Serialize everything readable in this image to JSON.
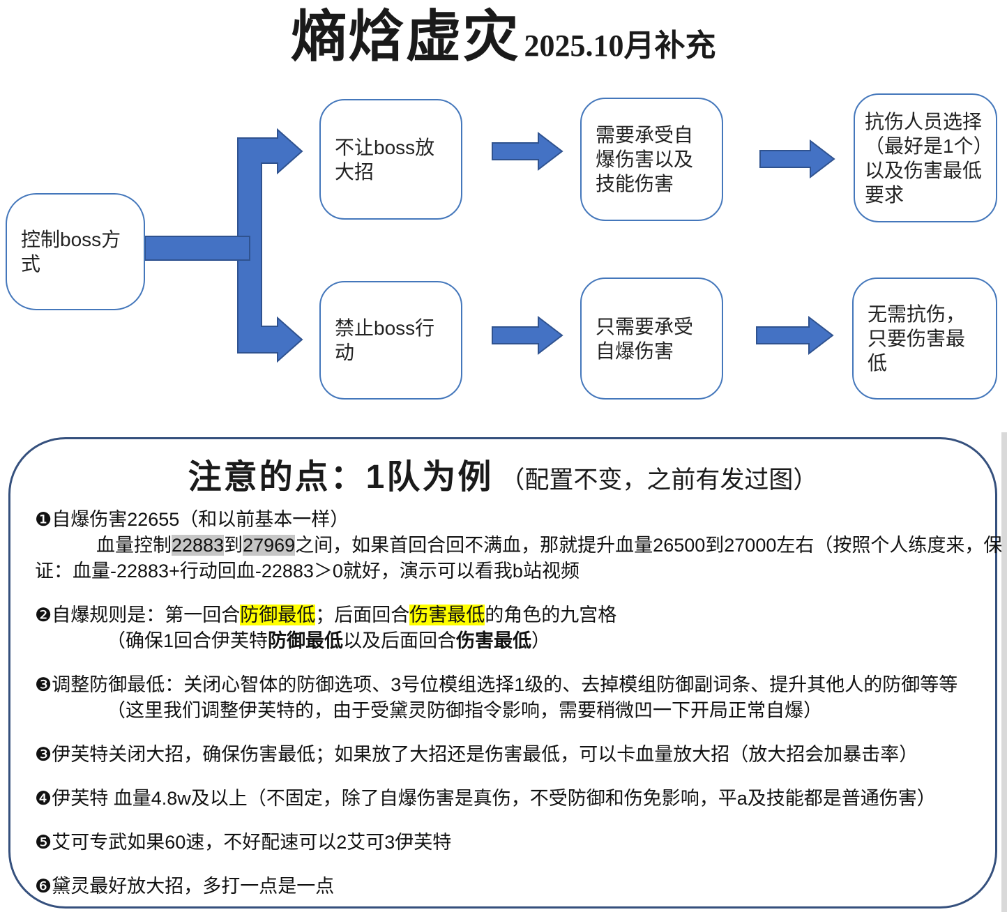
{
  "title": {
    "main": "熵焓虚灾",
    "suffix": "2025.10月补充"
  },
  "colors": {
    "arrow_fill": "#4472C4",
    "arrow_stroke": "#2F528F",
    "box_border": "#4477BB",
    "note_border": "#35507D",
    "highlight_gray": "#C6C6C6",
    "highlight_yellow": "#FFFF00"
  },
  "flowchart": {
    "root": {
      "lines": [
        "控制boss方",
        "式"
      ]
    },
    "top1": {
      "lines": [
        "不让boss放",
        "大招"
      ]
    },
    "top2": {
      "lines": [
        "需要承受自",
        "爆伤害以及",
        "技能伤害"
      ]
    },
    "top3": {
      "lines": [
        "抗伤人员选择",
        "（最好是1个）",
        "以及伤害最低",
        "要求"
      ]
    },
    "bottom1": {
      "lines": [
        "禁止boss行",
        "动"
      ]
    },
    "bottom2": {
      "lines": [
        "只需要承受",
        "自爆伤害"
      ]
    },
    "bottom3": {
      "lines": [
        "无需抗伤，",
        "只要伤害最",
        "低"
      ]
    }
  },
  "notes": {
    "title": "注意的点：1队为例",
    "subtitle": "（配置不变，之前有发过图）",
    "items": [
      {
        "lines": [
          {
            "segs": [
              {
                "t": "❶自爆伤害22655（和以前基本一样）"
              }
            ]
          },
          {
            "segs": [
              {
                "t": "血量控制"
              },
              {
                "t": "22883"
              },
              {
                "t": "到"
              },
              {
                "t": "27969"
              },
              {
                "t": "之间，如果首回合回不满血，那就提升血量26500到27000左右（按照个人练度来，保"
              }
            ]
          },
          {
            "segs": [
              {
                "t": "证：血量-22883+行动回血-22883＞0就好，演示可以看我b站视频"
              }
            ]
          }
        ]
      },
      {
        "lines": [
          {
            "segs": [
              {
                "t": "❷自爆规则是：第一回合"
              },
              {
                "t": "防御最低"
              },
              {
                "t": "；后面回合"
              },
              {
                "t": "伤害最低"
              },
              {
                "t": "的角色的九宫格"
              }
            ]
          },
          {
            "segs": [
              {
                "t": "（确保1回合伊芙特"
              },
              {
                "t": "防御最低"
              },
              {
                "t": "以及后面回合"
              },
              {
                "t": "伤害最低"
              },
              {
                "t": "）"
              }
            ]
          }
        ]
      },
      {
        "lines": [
          {
            "segs": [
              {
                "t": "❸调整防御最低：关闭心智体的防御选项、3号位模组选择1级的、去掉模组防御副词条、提升其他人的防御等等"
              }
            ]
          },
          {
            "segs": [
              {
                "t": "（这里我们调整伊芙特的，由于受黛灵防御指令影响，需要稍微凹一下开局正常自爆）"
              }
            ]
          }
        ]
      },
      {
        "lines": [
          {
            "segs": [
              {
                "t": "❸伊芙特关闭大招，确保伤害最低；如果放了大招还是伤害最低，可以卡血量放大招（放大招会加暴击率）"
              }
            ]
          }
        ]
      },
      {
        "lines": [
          {
            "segs": [
              {
                "t": "❹伊芙特 血量4.8w及以上（不固定，除了自爆伤害是真伤，不受防御和伤免影响，平a及技能都是普通伤害）"
              }
            ]
          }
        ]
      },
      {
        "lines": [
          {
            "segs": [
              {
                "t": "❺艾可专武如果60速，不好配速可以2艾可3伊芙特"
              }
            ]
          }
        ]
      },
      {
        "lines": [
          {
            "segs": [
              {
                "t": "❻黛灵最好放大招，多打一点是一点"
              }
            ]
          }
        ]
      }
    ]
  }
}
